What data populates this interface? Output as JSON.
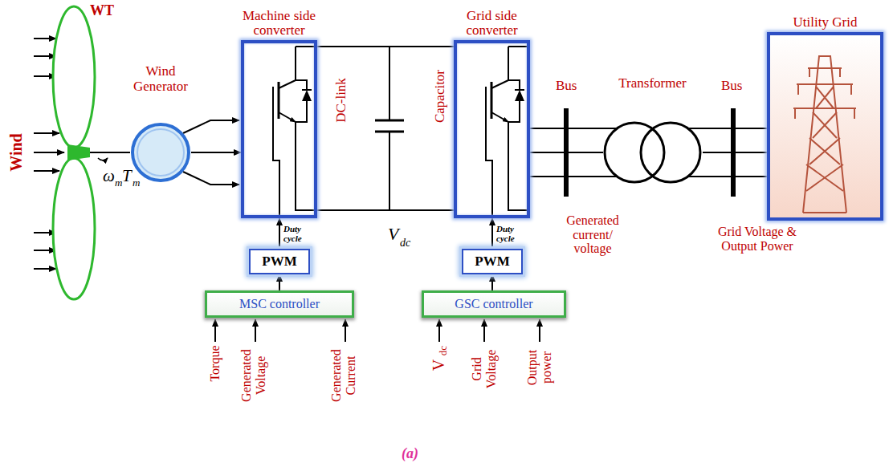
{
  "diagram": {
    "caption": "(a)",
    "nodes": [
      {
        "text": [
          "Wind Generator"
        ]
      },
      {
        "text": [
          "Machine side converter"
        ]
      },
      {
        "text": [
          "Grid side converter"
        ]
      },
      {
        "text": [
          "Transformer"
        ]
      },
      {
        "text": [
          "Utility Grid"
        ]
      },
      {
        "text": [
          "PWM"
        ]
      },
      {
        "text": [
          "MSC controller"
        ]
      },
      {
        "text": [
          "PWM"
        ]
      },
      {
        "text": [
          "GSC controller"
        ]
      }
    ],
    "edges": [
      {
        "from": 0,
        "to": 1,
        "arrow": "to"
      },
      {
        "from": 1,
        "to": 2,
        "arrow": "none"
      },
      {
        "from": 2,
        "to": 3,
        "arrow": "none"
      },
      {
        "from": 3,
        "to": 4,
        "arrow": "none"
      },
      {
        "from": 6,
        "to": 5,
        "arrow": "to"
      },
      {
        "from": 5,
        "to": 1,
        "label": "Duty cycle",
        "arrow": "to"
      },
      {
        "from": 8,
        "to": 7,
        "arrow": "to"
      },
      {
        "from": 7,
        "to": 2,
        "label": "Duty cycle",
        "arrow": "to"
      }
    ],
    "labels": [
      "WT",
      "Wind",
      "ω",
      "m",
      "T",
      "m",
      "DC-link",
      "Capacitor",
      "V",
      "dc",
      "Bus",
      "Bus",
      "Generated current/ voltage",
      "Grid Voltage & Output Power",
      "Torque",
      "Generated Voltage",
      "Generated Current",
      "V",
      "dc",
      "Grid Voltage",
      "Output power"
    ]
  }
}
